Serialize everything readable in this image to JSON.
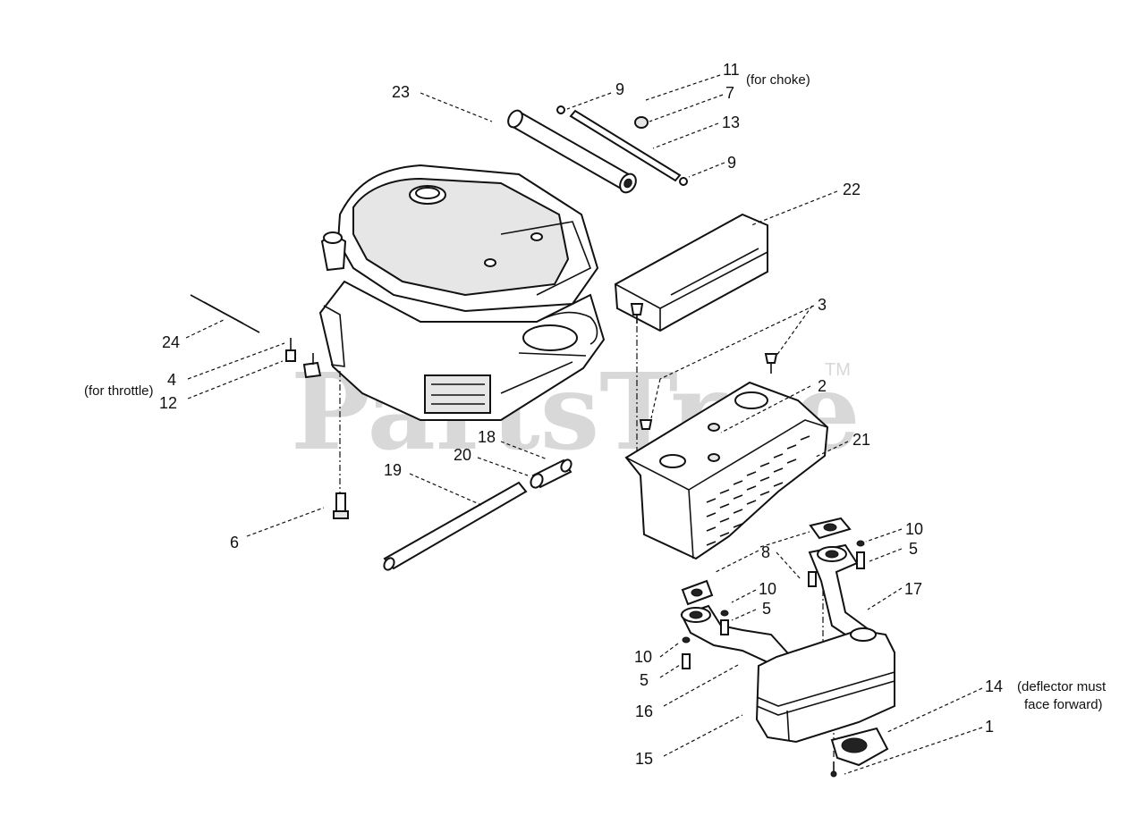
{
  "watermark": {
    "text": "PartsTree",
    "trademark": "TM"
  },
  "callouts": [
    {
      "id": "c23",
      "text": "23"
    },
    {
      "id": "c9a",
      "text": "9"
    },
    {
      "id": "c11",
      "text": "11"
    },
    {
      "id": "c7",
      "text": "7"
    },
    {
      "id": "c13",
      "text": "13"
    },
    {
      "id": "c9b",
      "text": "9"
    },
    {
      "id": "c22",
      "text": "22"
    },
    {
      "id": "c3",
      "text": "3"
    },
    {
      "id": "c2",
      "text": "2"
    },
    {
      "id": "c21",
      "text": "21"
    },
    {
      "id": "c24",
      "text": "24"
    },
    {
      "id": "c4",
      "text": "4"
    },
    {
      "id": "c12",
      "text": "12"
    },
    {
      "id": "c18",
      "text": "18"
    },
    {
      "id": "c20",
      "text": "20"
    },
    {
      "id": "c19",
      "text": "19"
    },
    {
      "id": "c6",
      "text": "6"
    },
    {
      "id": "c8",
      "text": "8"
    },
    {
      "id": "c10a",
      "text": "10"
    },
    {
      "id": "c5a",
      "text": "5"
    },
    {
      "id": "c10b",
      "text": "10"
    },
    {
      "id": "c5b",
      "text": "5"
    },
    {
      "id": "c17",
      "text": "17"
    },
    {
      "id": "c10c",
      "text": "10"
    },
    {
      "id": "c5c",
      "text": "5"
    },
    {
      "id": "c16",
      "text": "16"
    },
    {
      "id": "c14",
      "text": "14"
    },
    {
      "id": "c1",
      "text": "1"
    },
    {
      "id": "c15",
      "text": "15"
    }
  ],
  "notes": {
    "choke": "(for choke)",
    "throttle": "(for throttle)",
    "deflector_line1": "(deflector must",
    "deflector_line2": "face forward)"
  }
}
